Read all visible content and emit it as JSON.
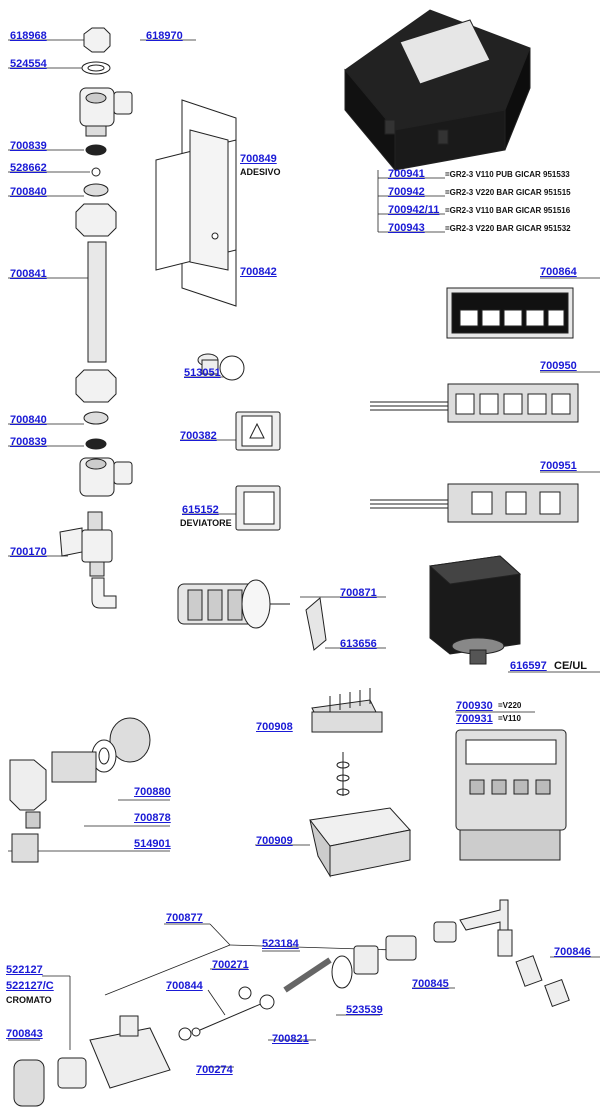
{
  "parts": {
    "p618968": "618968",
    "p618970": "618970",
    "p524554": "524554",
    "p700839a": "700839",
    "p528662": "528662",
    "p700840a": "700840",
    "p700841": "700841",
    "p700840b": "700840",
    "p700839b": "700839",
    "p700170": "700170",
    "p700849": "700849",
    "adesivo": "ADESIVO",
    "p700842": "700842",
    "p513051": "513051",
    "p700382": "700382",
    "p615152": "615152",
    "deviatore": "DEVIATORE",
    "p700871": "700871",
    "p613656": "613656",
    "p700941": "700941",
    "d700941": "=GR2-3 V110  PUB GICAR 951533",
    "p700942": "700942",
    "d700942": "=GR2-3 V220 BAR GICAR 951515",
    "p700942_11": "700942/11",
    "d700942_11": "=GR2-3 V110 BAR GICAR 951516",
    "p700943": "700943",
    "d700943": "=GR2-3 V220 BAR GICAR 951532",
    "p700864": "700864",
    "p700950": "700950",
    "p700951": "700951",
    "p616597": "616597",
    "ceul": "CE/UL",
    "p700908": "700908",
    "p700909": "700909",
    "p700930": "700930",
    "v220": "=V220",
    "p700931": "700931",
    "v110": "=V110",
    "p700880": "700880",
    "p700878": "700878",
    "p514901": "514901",
    "p700877": "700877",
    "p522127": "522127",
    "p522127c": "522127/C",
    "cromato": "CROMATO",
    "p700843": "700843",
    "p700271": "700271",
    "p523184": "523184",
    "p700844": "700844",
    "p700274": "700274",
    "p700821": "700821",
    "p523539": "523539",
    "p700845": "700845",
    "p700846": "700846"
  }
}
